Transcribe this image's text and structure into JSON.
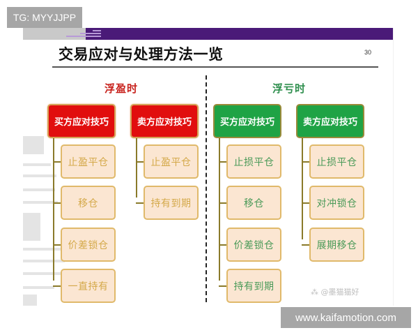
{
  "overlays": {
    "top_left": "TG: MYYJJPP",
    "bottom_right": "www.kaifamotion.com"
  },
  "slide": {
    "title": "交易应对与处理方法一览",
    "page_number": "30",
    "watermark": "⁂ @墨猫猫好",
    "colors": {
      "header_purple": "#4a1a78",
      "profit_red": "#e10e0e",
      "loss_green": "#1fa345",
      "child_fill": "#fbe6d2",
      "child_border": "#e0b96a"
    },
    "sections": [
      {
        "title": "浮盈时",
        "groups": [
          {
            "label": "买方应对技巧",
            "items": [
              "止盈平仓",
              "移仓",
              "价差锁仓",
              "一直持有"
            ]
          },
          {
            "label": "卖方应对技巧",
            "items": [
              "止盈平仓",
              "持有到期"
            ]
          }
        ]
      },
      {
        "title": "浮亏时",
        "groups": [
          {
            "label": "买方应对技巧",
            "items": [
              "止损平仓",
              "移仓",
              "价差锁仓",
              "持有到期"
            ]
          },
          {
            "label": "卖方应对技巧",
            "items": [
              "止损平仓",
              "对冲锁仓",
              "展期移仓"
            ]
          }
        ]
      }
    ]
  }
}
